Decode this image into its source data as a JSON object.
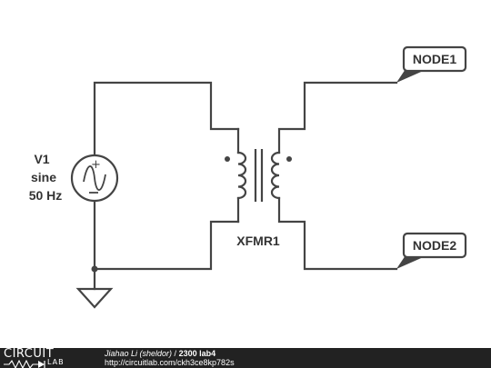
{
  "circuit": {
    "source": {
      "name": "V1",
      "type": "sine",
      "frequency": "50 Hz"
    },
    "transformer": {
      "name": "XFMR1"
    },
    "nodes": [
      "NODE1",
      "NODE2"
    ]
  },
  "footer": {
    "logo_top": "CIRCUIT",
    "logo_bottom": "LAB",
    "author": "Jiahao Li (sheldor)",
    "separator": " / ",
    "title": "2300 lab4",
    "url": "http://circuitlab.com/ckh3ce8kp782s"
  }
}
